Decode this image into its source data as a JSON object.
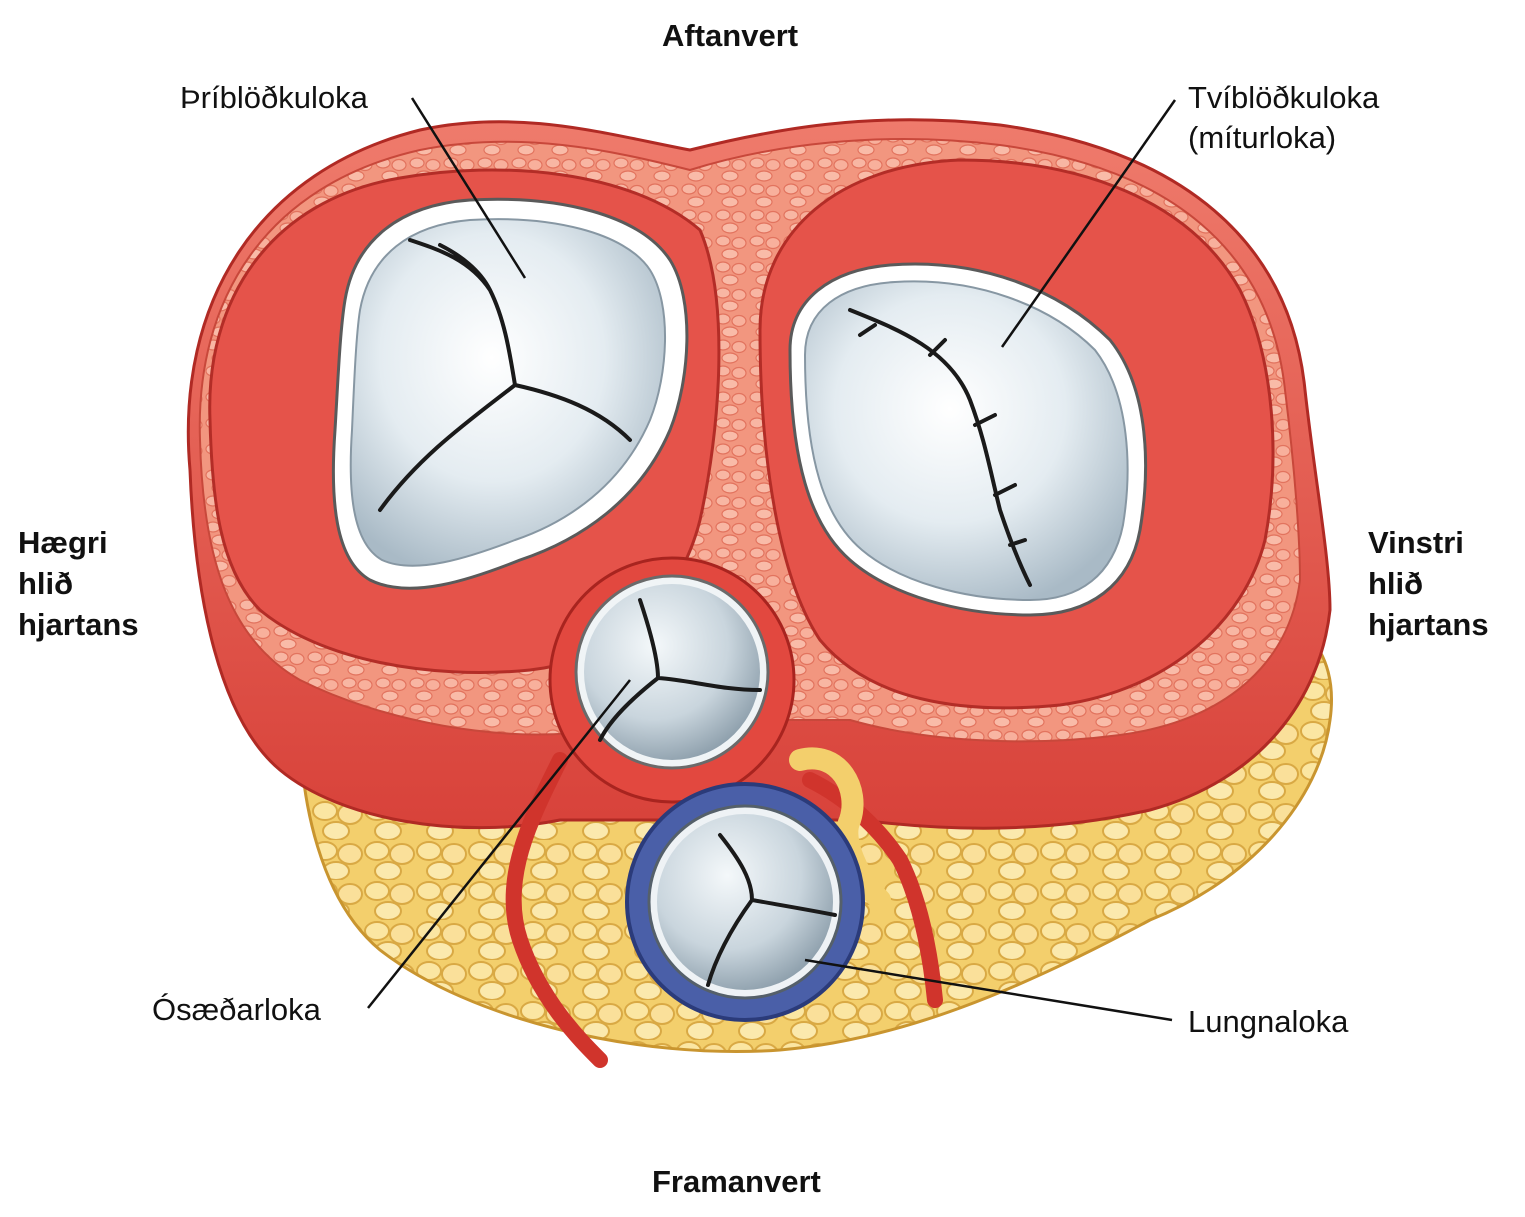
{
  "orientation": {
    "top": "Aftanvert",
    "bottom": "Framanvert",
    "left": "Hægri\nhlið\nhjartans",
    "right": "Vinstri\nhlið\nhjartans"
  },
  "labels": {
    "tricuspid": "Þríblöðkuloka",
    "mitral_line1": "Tvíblöðkuloka",
    "mitral_line2": "(míturloka)",
    "aortic": "Ósæðarloka",
    "pulmonary": "Lungnaloka"
  },
  "colors": {
    "muscle": "#e2574a",
    "muscle_dark": "#c4302a",
    "muscle_light": "#f08a7a",
    "tissue": "#f4a08e",
    "fat": "#f5d67a",
    "fat_dark": "#e2b24c",
    "valve": "#dde6ec",
    "valve_shadow": "#9fb0bc",
    "pulmonary_ring": "#4a5fa8",
    "leader_line": "#111111"
  }
}
